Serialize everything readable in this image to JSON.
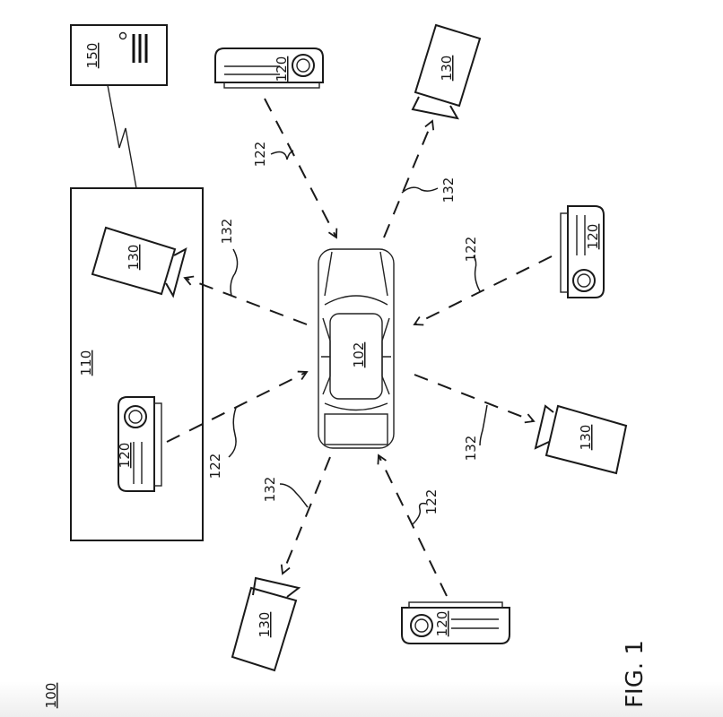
{
  "figure": {
    "title": "FIG. 1",
    "system_ref": "100"
  },
  "server": {
    "ref": "150"
  },
  "facility": {
    "ref": "110"
  },
  "vehicle": {
    "ref": "102"
  },
  "projectors": [
    {
      "ref": "120",
      "beam_ref": "122",
      "location": "top"
    },
    {
      "ref": "120",
      "beam_ref": "122",
      "location": "right"
    },
    {
      "ref": "120",
      "beam_ref": "122",
      "location": "bottom"
    },
    {
      "ref": "120",
      "beam_ref": "122",
      "location": "facility"
    }
  ],
  "cameras": [
    {
      "ref": "130",
      "beam_ref": "132",
      "location": "top-right"
    },
    {
      "ref": "130",
      "beam_ref": "132",
      "location": "right"
    },
    {
      "ref": "130",
      "beam_ref": "132",
      "location": "bottom-left"
    },
    {
      "ref": "130",
      "beam_ref": "132",
      "location": "facility"
    }
  ]
}
